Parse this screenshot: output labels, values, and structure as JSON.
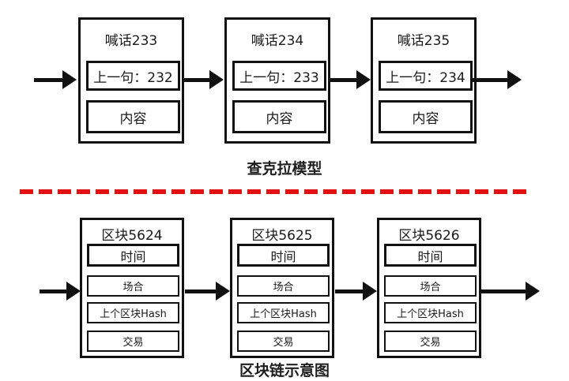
{
  "background_color": "#ffffff",
  "line_color": "#111111",
  "divider_color": "#e01212",
  "top_section": {
    "caption": "查克拉模型",
    "nodes": [
      {
        "title": "喊话233",
        "prev_label": "上一句：232",
        "content_label": "内容"
      },
      {
        "title": "喊话234",
        "prev_label": "上一句：233",
        "content_label": "内容"
      },
      {
        "title": "喊话235",
        "prev_label": "上一句：234",
        "content_label": "内容"
      }
    ]
  },
  "bottom_section": {
    "caption": "区块链示意图",
    "nodes": [
      {
        "title": "区块5624",
        "fields": [
          "时间",
          "场合",
          "上个区块Hash",
          "交易"
        ]
      },
      {
        "title": "区块5625",
        "fields": [
          "时间",
          "场合",
          "上个区块Hash",
          "交易"
        ]
      },
      {
        "title": "区块5626",
        "fields": [
          "时间",
          "场合",
          "上个区块Hash",
          "交易"
        ]
      }
    ]
  }
}
